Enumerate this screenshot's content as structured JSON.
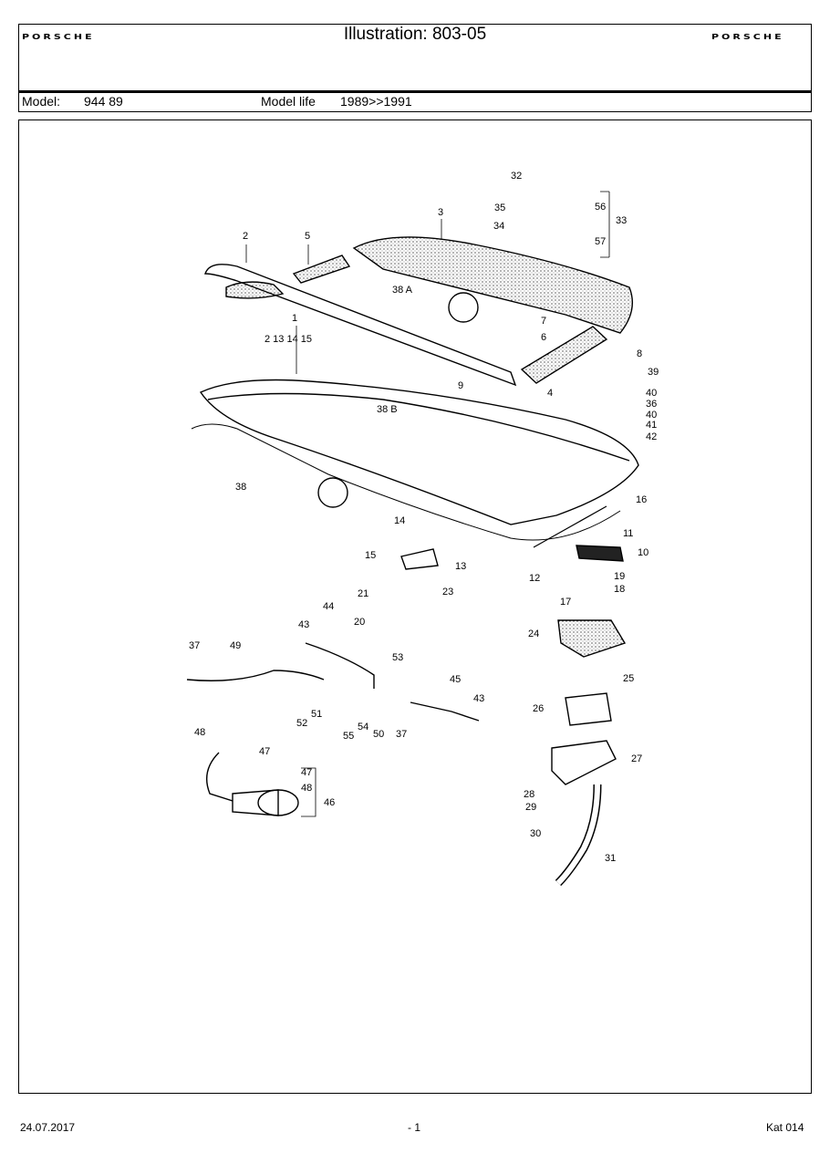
{
  "header": {
    "brand_left": "PORSCHE",
    "brand_right": "PORSCHE",
    "title": "Illustration: 803-05",
    "model_label": "Model:",
    "model_value": "944 89",
    "model_life_label": "Model life",
    "model_life_value": "1989>>1991"
  },
  "parts": {
    "p1": "1",
    "p2": "2",
    "p3": "3",
    "p4": "4",
    "p5": "5",
    "p6": "6",
    "p7": "7",
    "p8": "8",
    "p9": "9",
    "p10": "10",
    "p11": "11",
    "p12": "12",
    "p13": "13",
    "p14": "14",
    "p15": "15",
    "p16": "16",
    "p17": "17",
    "p18": "18",
    "p19": "19",
    "p20": "20",
    "p21": "21",
    "p23": "23",
    "p24": "24",
    "p25": "25",
    "p26": "26",
    "p27": "27",
    "p28": "28",
    "p29": "29",
    "p30": "30",
    "p31": "31",
    "p32": "32",
    "p33": "33",
    "p34": "34",
    "p35": "35",
    "p36": "36",
    "p37": "37",
    "p38": "38",
    "p38a": "38 A",
    "p38b": "38 B",
    "p39": "39",
    "p40": "40",
    "p41": "41",
    "p42": "42",
    "p43": "43",
    "p44": "44",
    "p45": "45",
    "p46": "46",
    "p47": "47",
    "p48": "48",
    "p49": "49",
    "p50": "50",
    "p51": "51",
    "p52": "52",
    "p53": "53",
    "p54": "54",
    "p55": "55",
    "p56": "56",
    "p57": "57",
    "group1_sub": "2 13 14 15"
  },
  "footer": {
    "date": "24.07.2017",
    "page": "- 1",
    "catalog": "Kat 014"
  }
}
